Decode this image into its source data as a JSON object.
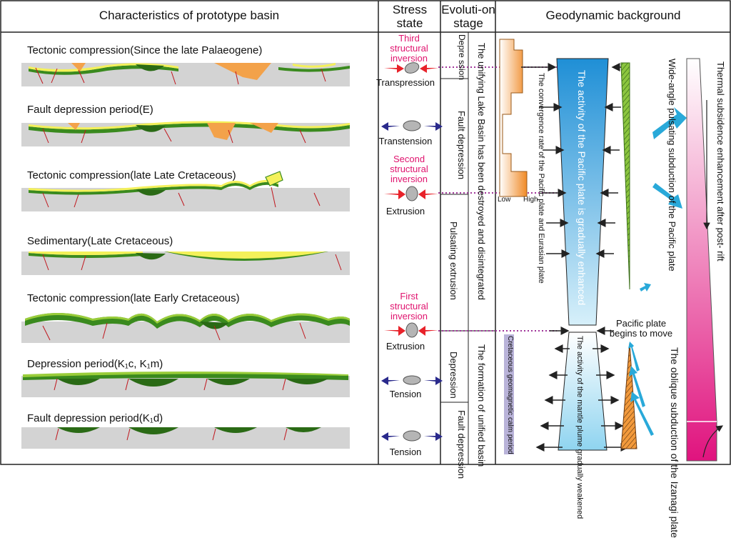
{
  "headers": {
    "basin": "Characteristics of prototype basin",
    "stress": "Stress state",
    "evolution": "Evoluti-on stage",
    "geodynamic": "Geodynamic background"
  },
  "stages": [
    {
      "title": "Tectonic compression(Since the late Palaeogene)"
    },
    {
      "title": "Fault depression period(E)"
    },
    {
      "title": "Tectonic compression(late Late Cretaceous)"
    },
    {
      "title": "Sedimentary(Late Cretaceous)"
    },
    {
      "title": "Tectonic compression(late Early Cretaceous)"
    },
    {
      "title": "Depression period(K₁c, K₁m)"
    },
    {
      "title": "Fault depression period(K₁d)"
    }
  ],
  "stress": {
    "inversion_third": "Third structural inversion",
    "inversion_second": "Second structural inversion",
    "inversion_first": "First structural inversion",
    "labels": [
      "Transpression",
      "Transtension",
      "Extrusion",
      "Extrusion",
      "Tension",
      "Tension"
    ]
  },
  "evolution": {
    "depression": "Depre ssion",
    "fault_depression_upper": "Fault depression",
    "pulsating_extrusion": "Pulsating extrusion",
    "depression_lower": "Depression",
    "fault_depression_lower": "Fault depression",
    "destroyed": "The unifying Lake Basin has been destroyed and disintegrated",
    "unified": "The formation of unified basin"
  },
  "geodynamic": {
    "convergence": "The convergence rate of the Pacific plate and Eurasian plate",
    "low": "Low",
    "high": "High",
    "pacific_activity": "The activity of the Pacific plate is gradually enhanced",
    "mantle_plume": "The activity of the mantle plume gradually weakened",
    "calm_period": "Cretaceous geomagnetic calm period",
    "pacific_begins": "Pacific plate begins to move",
    "wide_angle": "Wide-angle pulsating subduction of the Pacific plate",
    "izanagi": "The oblique subduction of the Izanagi plate",
    "thermal": "Thermal subsidence enhancement after post- rift"
  },
  "colors": {
    "magenta": "#e0136e",
    "arrow_red": "#e8222a",
    "arrow_blue": "#2a2a8c",
    "cyan": "#29a9d9",
    "green": "#3a8a1e",
    "yellow": "#f4f15a",
    "orange": "#f3a24a",
    "gray": "#d3d3d3",
    "purple": "#a0369a"
  }
}
